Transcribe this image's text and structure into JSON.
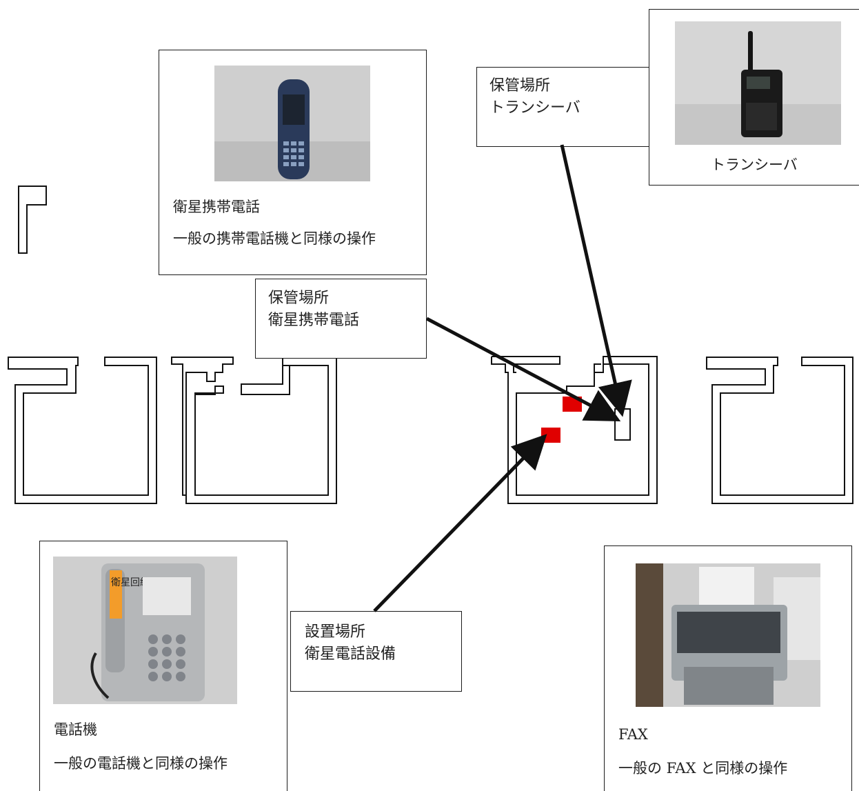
{
  "sat_phone_card": {
    "title": "衛星携帯電話",
    "description": "一般の携帯電話機と同様の操作",
    "photo_icon": "satellite-phone-icon"
  },
  "transceiver_card": {
    "caption": "トランシーバ",
    "photo_icon": "transceiver-icon"
  },
  "telephone_card": {
    "title": "電話機",
    "description": "一般の電話機と同様の操作",
    "photo_icon": "desk-phone-icon",
    "handset_label": "衛星回線"
  },
  "fax_card": {
    "title": "FAX",
    "description": "一般の FAX と同様の操作",
    "photo_icon": "fax-machine-icon"
  },
  "callouts": {
    "transceiver_storage": "保管場所\nトランシーバ",
    "sat_phone_storage": "保管場所\n衛星携帯電話",
    "sat_phone_equipment": "設置場所\n衛星電話設備"
  },
  "colors": {
    "equipment_marker": "#e00000",
    "line": "#111111"
  }
}
